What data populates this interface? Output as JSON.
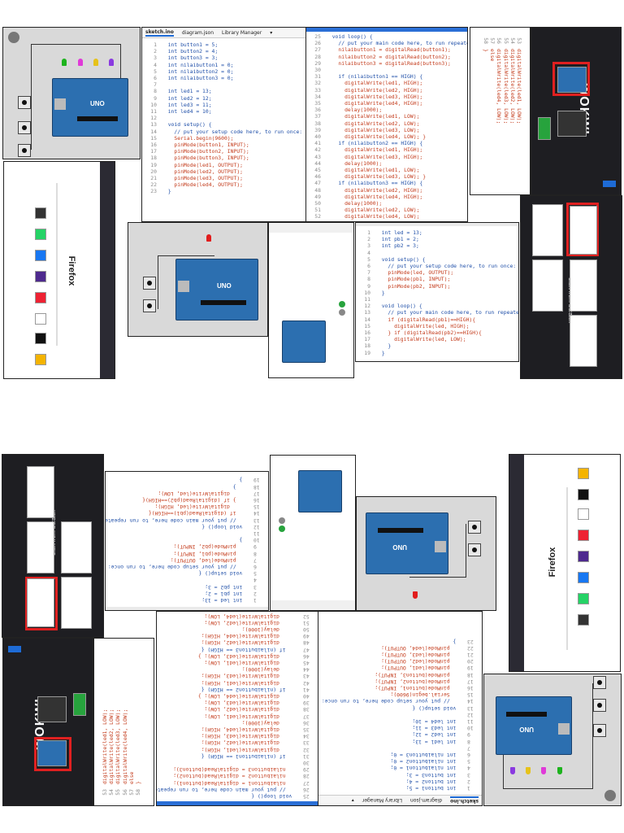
{
  "collage": {
    "sketch": {
      "tabs": [
        "sketch.ino",
        "diagram.json",
        "Library Manager"
      ],
      "lines": [
        {
          "n": "1",
          "t": "  int button1 = 5;"
        },
        {
          "n": "2",
          "t": "  int button2 = 4;"
        },
        {
          "n": "3",
          "t": "  int button3 = 3;"
        },
        {
          "n": "4",
          "t": "  int nilaibutton1 = 0;"
        },
        {
          "n": "5",
          "t": "  int nilaibutton2 = 0;"
        },
        {
          "n": "6",
          "t": "  int nilaibutton3 = 0;"
        },
        {
          "n": "7",
          "t": ""
        },
        {
          "n": "8",
          "t": "  int led1 = 13;"
        },
        {
          "n": "9",
          "t": "  int led2 = 12;"
        },
        {
          "n": "10",
          "t": "  int led3 = 11;"
        },
        {
          "n": "11",
          "t": "  int led4 = 10;"
        },
        {
          "n": "12",
          "t": ""
        },
        {
          "n": "13",
          "t": "  void setup() {"
        },
        {
          "n": "14",
          "t": "    // put your setup code here, to run once:"
        },
        {
          "n": "15",
          "t": "    Serial.begin(9600);"
        },
        {
          "n": "16",
          "t": "    pinMode(button1, INPUT);"
        },
        {
          "n": "17",
          "t": "    pinMode(button2, INPUT);"
        },
        {
          "n": "18",
          "t": "    pinMode(button3, INPUT);"
        },
        {
          "n": "19",
          "t": "    pinMode(led1, OUTPUT);"
        },
        {
          "n": "20",
          "t": "    pinMode(led2, OUTPUT);"
        },
        {
          "n": "21",
          "t": "    pinMode(led3, OUTPUT);"
        },
        {
          "n": "22",
          "t": "    pinMode(led4, OUTPUT);"
        },
        {
          "n": "23",
          "t": "  }"
        }
      ]
    },
    "loop": {
      "lines": [
        {
          "n": "25",
          "t": "  void loop() {"
        },
        {
          "n": "26",
          "t": "    // put your main code here, to run repeatedly:"
        },
        {
          "n": "27",
          "t": "    nilaibutton1 = digitalRead(button1);"
        },
        {
          "n": "28",
          "t": "    nilaibutton2 = digitalRead(button2);"
        },
        {
          "n": "29",
          "t": "    nilaibutton3 = digitalRead(button3);"
        },
        {
          "n": "30",
          "t": ""
        },
        {
          "n": "31",
          "t": "    if (nilaibutton1 == HIGH) {"
        },
        {
          "n": "32",
          "t": "      digitalWrite(led1, HIGH);"
        },
        {
          "n": "33",
          "t": "      digitalWrite(led2, HIGH);"
        },
        {
          "n": "34",
          "t": "      digitalWrite(led3, HIGH);"
        },
        {
          "n": "35",
          "t": "      digitalWrite(led4, HIGH);"
        },
        {
          "n": "36",
          "t": "      delay(1000);"
        },
        {
          "n": "37",
          "t": "      digitalWrite(led1, LOW);"
        },
        {
          "n": "38",
          "t": "      digitalWrite(led2, LOW);"
        },
        {
          "n": "39",
          "t": "      digitalWrite(led3, LOW);"
        },
        {
          "n": "40",
          "t": "      digitalWrite(led4, LOW); }"
        },
        {
          "n": "41",
          "t": "    if (nilaibutton2 == HIGH) {"
        },
        {
          "n": "42",
          "t": "      digitalWrite(led1, HIGH);"
        },
        {
          "n": "43",
          "t": "      digitalWrite(led3, HIGH);"
        },
        {
          "n": "44",
          "t": "      delay(1000);"
        },
        {
          "n": "45",
          "t": "      digitalWrite(led1, LOW);"
        },
        {
          "n": "46",
          "t": "      digitalWrite(led3, LOW); }"
        },
        {
          "n": "47",
          "t": "    if (nilaibutton3 == HIGH) {"
        },
        {
          "n": "48",
          "t": "      digitalWrite(led2, HIGH);"
        },
        {
          "n": "49",
          "t": "      digitalWrite(led4, HIGH);"
        },
        {
          "n": "50",
          "t": "      delay(1000);"
        },
        {
          "n": "51",
          "t": "      digitalWrite(led2, LOW);"
        },
        {
          "n": "52",
          "t": "      digitalWrite(led4, LOW);"
        }
      ]
    },
    "strip": {
      "numbers": [
        "53",
        "54",
        "55",
        "56",
        "57",
        "58"
      ],
      "lines": [
        "digitalWrite(led1, LOW);",
        "digitalWrite(led2, LOW);",
        "digitalWrite(led3, LOW);",
        "digitalWrite(led4, LOW);",
        "else",
        "}"
      ]
    },
    "small_sketch": {
      "lines": [
        {
          "n": "1",
          "t": "  int led = 13;"
        },
        {
          "n": "2",
          "t": "  int pb1 = 2;"
        },
        {
          "n": "3",
          "t": "  int pb2 = 3;"
        },
        {
          "n": "4",
          "t": ""
        },
        {
          "n": "5",
          "t": "  void setup() {"
        },
        {
          "n": "6",
          "t": "    // put your setup code here, to run once:"
        },
        {
          "n": "7",
          "t": "    pinMode(led, OUTPUT);"
        },
        {
          "n": "8",
          "t": "    pinMode(pb1, INPUT);"
        },
        {
          "n": "9",
          "t": "    pinMode(pb2, INPUT);"
        },
        {
          "n": "10",
          "t": "  }"
        },
        {
          "n": "11",
          "t": ""
        },
        {
          "n": "12",
          "t": "  void loop() {"
        },
        {
          "n": "13",
          "t": "    // put your main code here, to run repeatedly:"
        },
        {
          "n": "14",
          "t": "    if (digitalRead(pb1)==HIGH){"
        },
        {
          "n": "15",
          "t": "      digitalWrite(led, HIGH);"
        },
        {
          "n": "16",
          "t": "    } if (digitalRead(pb2)==HIGH){"
        },
        {
          "n": "17",
          "t": "      digitalWrite(led, LOW);"
        },
        {
          "n": "18",
          "t": "    }"
        },
        {
          "n": "19",
          "t": "  }"
        }
      ]
    },
    "board_label": "UNO",
    "firefox_label": "Firefox",
    "wokwi_label": "WOKWI",
    "start_label": "Start from Scratch",
    "colors": {
      "led_colors": [
        "#1db31d",
        "#e03ad8",
        "#e6c21a",
        "#8a3ae0"
      ],
      "red_led": "#e11d1d",
      "accent": "#1e6bd6"
    }
  }
}
